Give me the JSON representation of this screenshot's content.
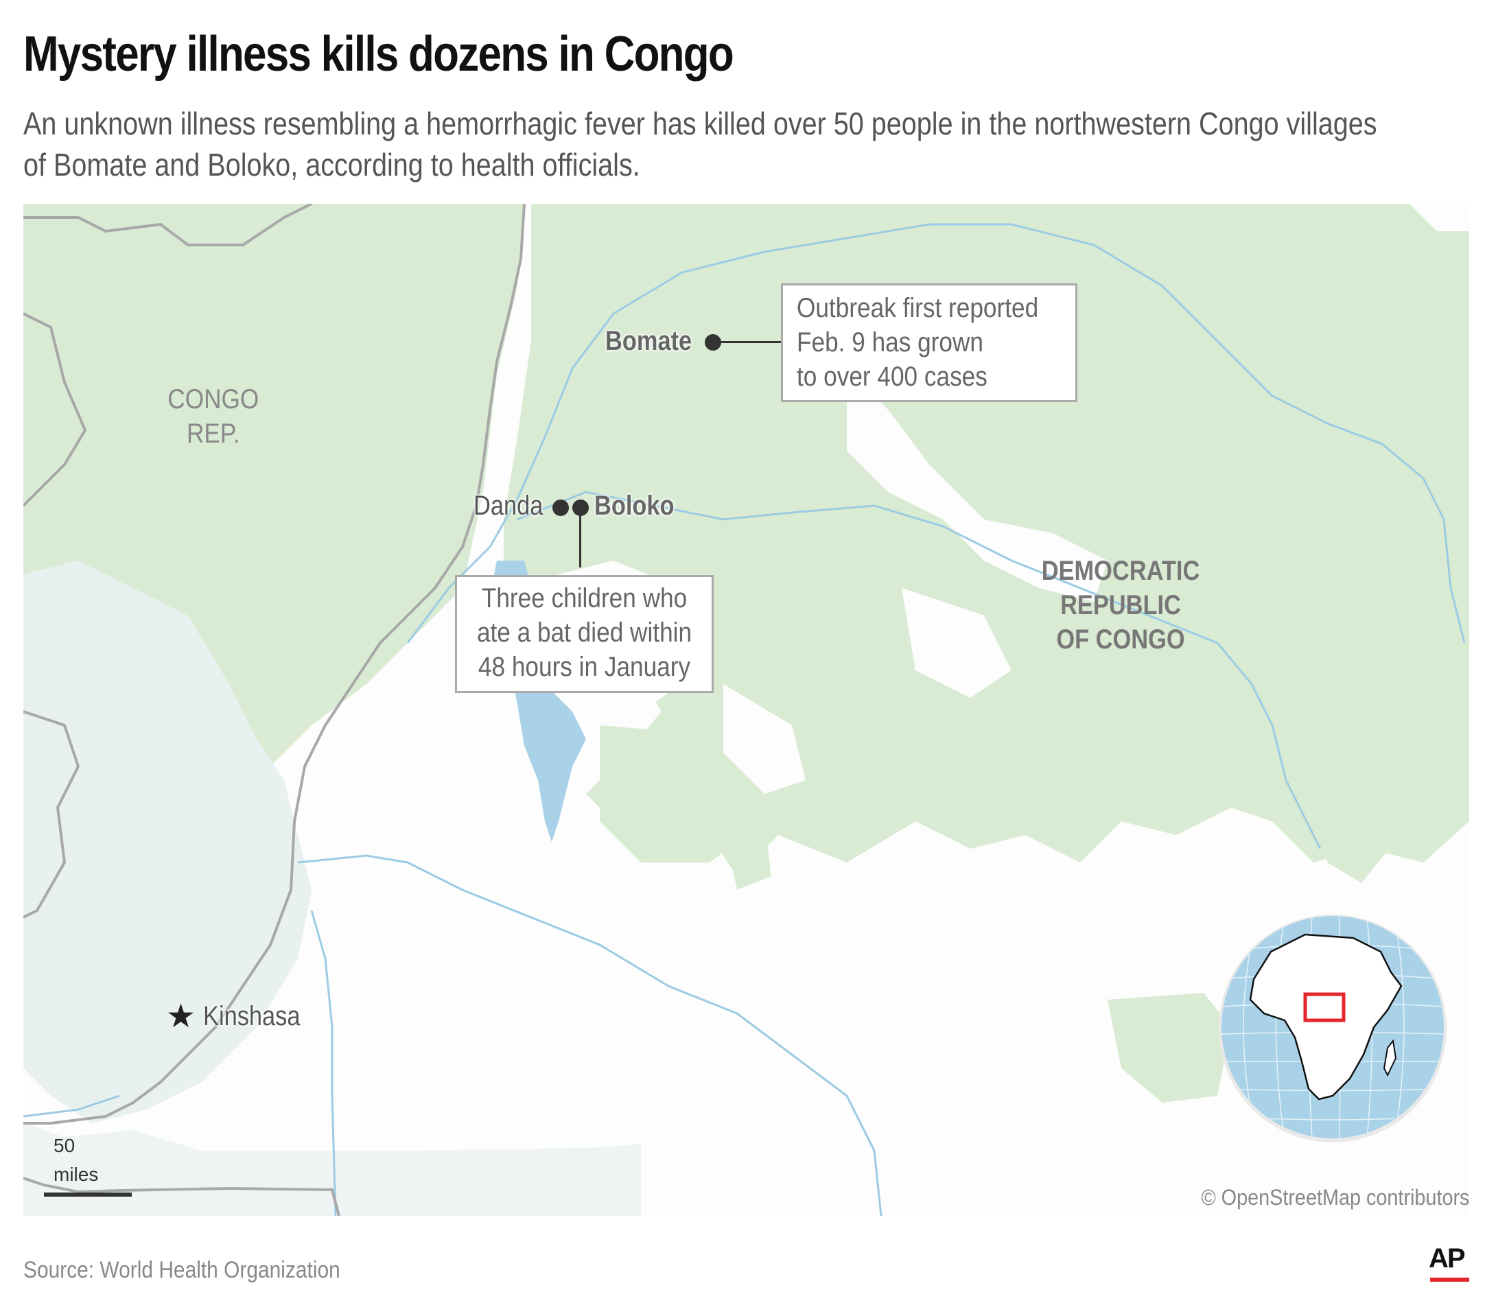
{
  "header": {
    "title": "Mystery illness kills dozens in Congo",
    "subtitle": "An unknown illness resembling a hemorrhagic fever has killed over 50 people in the northwestern Congo villages of Bomate and Boloko, according to health officials."
  },
  "map": {
    "countries": {
      "congo_rep_line1": "CONGO",
      "congo_rep_line2": "REP.",
      "drc_line1": "DEMOCRATIC",
      "drc_line2": "REPUBLIC",
      "drc_line3": "OF CONGO"
    },
    "places": {
      "bomate": "Bomate",
      "danda": "Danda",
      "boloko": "Boloko",
      "kinshasa": "Kinshasa"
    },
    "callouts": {
      "bomate": [
        "Outbreak first reported",
        "Feb. 9 has grown",
        "to over 400 cases"
      ],
      "boloko": [
        "Three children who",
        "ate a bat died within",
        "48 hours in January"
      ]
    },
    "scale": {
      "value": "50",
      "unit": "miles"
    },
    "credit": "© OpenStreetMap contributors",
    "colors": {
      "forest": "#d9ebd3",
      "water": "#a9d2e8",
      "river": "#9ccbe3",
      "border": "#a8a8a8",
      "lake_region": "#e8f0f0",
      "locator_box": "#e4252b"
    }
  },
  "footer": {
    "source": "Source: World Health Organization",
    "logo": "AP"
  }
}
